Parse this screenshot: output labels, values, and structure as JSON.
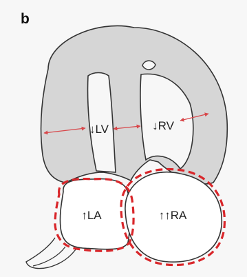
{
  "panel": {
    "letter": "b"
  },
  "chambers": {
    "lv": "↓LV",
    "rv": "↓RV",
    "la": "↑LA",
    "ra": "↑↑RA"
  },
  "colors": {
    "background": "#f7f7f7",
    "myocardium": "#d6d6d6",
    "outline": "#333333",
    "dilation_dash": "#d9262a",
    "thickness_arrow": "#d8474a"
  }
}
